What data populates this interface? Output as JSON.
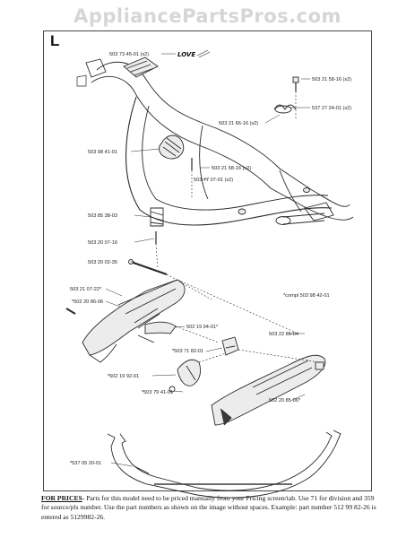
{
  "header": {
    "watermark": "AppliancePartsPros.com",
    "section_letter": "L"
  },
  "brand_logo": {
    "text": "LOVE"
  },
  "parts": [
    {
      "id": "p1",
      "label": "503 73 45-01 (x2)"
    },
    {
      "id": "p2",
      "label": "503 21 58-16 (x2)"
    },
    {
      "id": "p3",
      "label": "537 27 24-01 (x2)"
    },
    {
      "id": "p4",
      "label": "503 21 66-16 (x2)"
    },
    {
      "id": "p5",
      "label": "503 98 41-01"
    },
    {
      "id": "p6",
      "label": "503 21 58-16 (x2)"
    },
    {
      "id": "p7",
      "label": "503 77 07-01 (x2)"
    },
    {
      "id": "p8",
      "label": "503 85 38-03"
    },
    {
      "id": "p9",
      "label": "503 20 07-16"
    },
    {
      "id": "p10",
      "label": "503 20 02-35"
    },
    {
      "id": "p11",
      "label": "503 21 07-22*"
    },
    {
      "id": "p12",
      "label": "*502 20 86-06"
    },
    {
      "id": "p13",
      "label": "*compl 503 98 42-01"
    },
    {
      "id": "p14",
      "label": "502 19 94-01*"
    },
    {
      "id": "p15",
      "label": "*503 71 82-01"
    },
    {
      "id": "p16",
      "label": "503 22 65-04"
    },
    {
      "id": "p17",
      "label": "*502 19 92-01"
    },
    {
      "id": "p18",
      "label": "*503 79 41-01"
    },
    {
      "id": "p19",
      "label": "502 20 85-06*"
    },
    {
      "id": "p20",
      "label": "*537 05 20-01"
    }
  ],
  "footer": {
    "lead": "FOR PRICES",
    "text": "- Parts for this model need to be priced manually from your Pricing screen/tab. Use 71 for division and 359 for source/pls number.  Use the part numbers as shown on the image without spaces. Example: part number 512 99 82-26 is entered as 5129982-26."
  },
  "colors": {
    "line": "#2a2a2a",
    "fill": "#ececec",
    "dark": "#3a3a3a",
    "frame": "#444444",
    "watermark": "#d6d6d6"
  }
}
